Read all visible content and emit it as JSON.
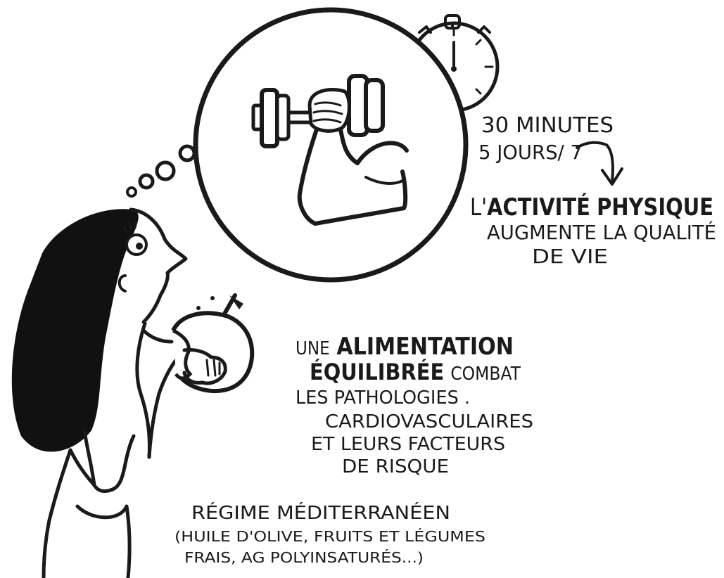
{
  "exercise": {
    "duration": "30 MINUTES",
    "frequency": "5 JOURS/ 7",
    "benefit": {
      "line1_start": "L'",
      "line1_bold1": "ACTIVITÉ",
      "line1_bold2": "PHYSIQUE",
      "line2": "AUGMENTE LA QUALITÉ",
      "line3": "DE VIE"
    }
  },
  "diet": {
    "line1_start": "UNE",
    "line1_bold": "ALIMENTATION",
    "line2_bold": "ÉQUILIBRÉE",
    "line2_end": "COMBAT",
    "line3": "LES PATHOLOGIES .",
    "line4": "CARDIOVASCULAIRES",
    "line5": "ET LEURS FACTEURS",
    "line6": "DE RISQUE"
  },
  "regime": {
    "title": "RÉGIME MÉDITERRANÉEN",
    "detail1": "(HUILE D'OLIVE, FRUITS ET LÉGUMES",
    "detail2": "FRAIS, AG POLYINSATURÉS...)"
  }
}
